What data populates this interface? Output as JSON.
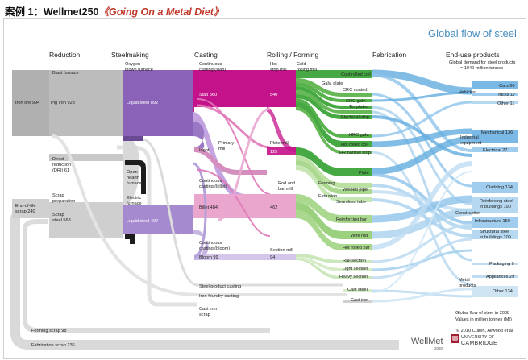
{
  "heading": {
    "prefix": "案例 1：Wellmet250",
    "book": "《Going On a Metal Diet》"
  },
  "diagram": {
    "title": "Global flow of steel",
    "stages": [
      "Reduction",
      "Steelmaking",
      "Casting",
      "Rolling / Forming",
      "Fabrication",
      "End-use products"
    ],
    "end_use_subtitle": [
      "Global demand for steel products",
      "= 1040 million tonnes"
    ],
    "sources": {
      "iron_ore": "Iron ore 994",
      "eol_scrap": [
        "End-of-life",
        "scrap 240"
      ]
    },
    "reduction": {
      "blast_furnace": "Blast furnace",
      "pig_iron": "Pig iron 928",
      "direct_reduction": [
        "Direct",
        "reduction",
        "(DRI) 61"
      ],
      "scrap_prep": [
        "Scrap",
        "preparation"
      ],
      "scrap_steel": [
        "Scrap",
        "steel 568"
      ]
    },
    "steelmaking": {
      "oxygen": [
        "Oxygen",
        "blown furnace"
      ],
      "liquid_steel_bof": "Liquid steel 892",
      "open_hearth": [
        "Open",
        "hearth",
        "furnace"
      ],
      "electric": [
        "Electric",
        "furnace"
      ],
      "liquid_steel_eaf": "Liquid steel 407"
    },
    "casting": {
      "cc_slab": [
        "Continuous",
        "casting (slab)"
      ],
      "slab": "Slab 560",
      "ingot": "Ingot",
      "primary_mill": [
        "Primary",
        "mill"
      ],
      "cc_billet": [
        "Continuous",
        "casting (billet)"
      ],
      "billet": "Billet 484",
      "cc_bloom": [
        "Continuous",
        "casting (bloom)"
      ],
      "bloom": "Bloom 99"
    },
    "rolling": {
      "hot_strip": [
        "Hot",
        "strip mill"
      ],
      "cold_rolling": [
        "Cold",
        "rolling mill"
      ],
      "hot_strip_value": "540",
      "plate_mill": "Plate mill",
      "plate_value": "125",
      "rod_bar": [
        "Rod and",
        "bar mill"
      ],
      "rod_value": "462",
      "section_mill": "Section mill",
      "section_value": "94"
    },
    "steel_product_casting": "Steel product casting",
    "iron_foundry_casting": "Iron foundry casting",
    "cast_iron_scrap": [
      "Cast iron",
      "scrap"
    ],
    "forming_scrap": "Forming scrap 98",
    "fabrication_scrap": "Fabrication scrap 236",
    "products": [
      "Cold rolled coil",
      "Galv. plate",
      "CRC coated",
      "CRC galv.",
      "Tin plated",
      "Electrical strip",
      "HRC galv.",
      "Hot rolled coil",
      "HR narrow strip",
      "Plate",
      "Forming",
      "Welded pipe",
      "Extrusion",
      "Seamless tube",
      "Reinforcing bar",
      "Wire rod",
      "Hot rolled bar",
      "Rail section",
      "Light section",
      "Heavy section",
      "Cast steel",
      "Cast iron"
    ],
    "end_use": {
      "vehicles": "Vehicles",
      "cars": "Cars 60",
      "trucks": "Trucks 17",
      "other_vehicles": "Other 11",
      "industrial": [
        "Industrial",
        "equipment"
      ],
      "mechanical": "Mechanical 136",
      "electrical": "Electrical 27",
      "cladding": "Cladding 134",
      "construction": "Construction",
      "reinforcing": [
        "Reinforcing steel",
        "in buildings 190"
      ],
      "infrastructure": "Infrastructure 150",
      "structural": [
        "Structural steel",
        "in buildings 109"
      ],
      "metal_products": [
        "Metal",
        "products"
      ],
      "packaging": "Packaging 9",
      "appliances": "Appliances 29",
      "other_metal": "Other 134"
    },
    "footnote": [
      "Global flow of steel in 2008",
      "Values in million tonnes (Mt)"
    ],
    "copyright": "© 2010 Cullen, Allwood et al.",
    "logo": {
      "wellmet": "WellMet",
      "year": "2050",
      "univ_top": "UNIVERSITY OF",
      "univ_bottom": "CAMBRIDGE"
    },
    "colors": {
      "grey": "#b4b4b4",
      "purple": "#8a63b8",
      "magenta": "#c4128a",
      "pink": "#eba6cd",
      "green": "#3ea539",
      "lightgreen": "#a6d68a",
      "blue": "#63ace0",
      "lightblue": "#bfdcf2",
      "title": "#4a8fbf"
    }
  }
}
